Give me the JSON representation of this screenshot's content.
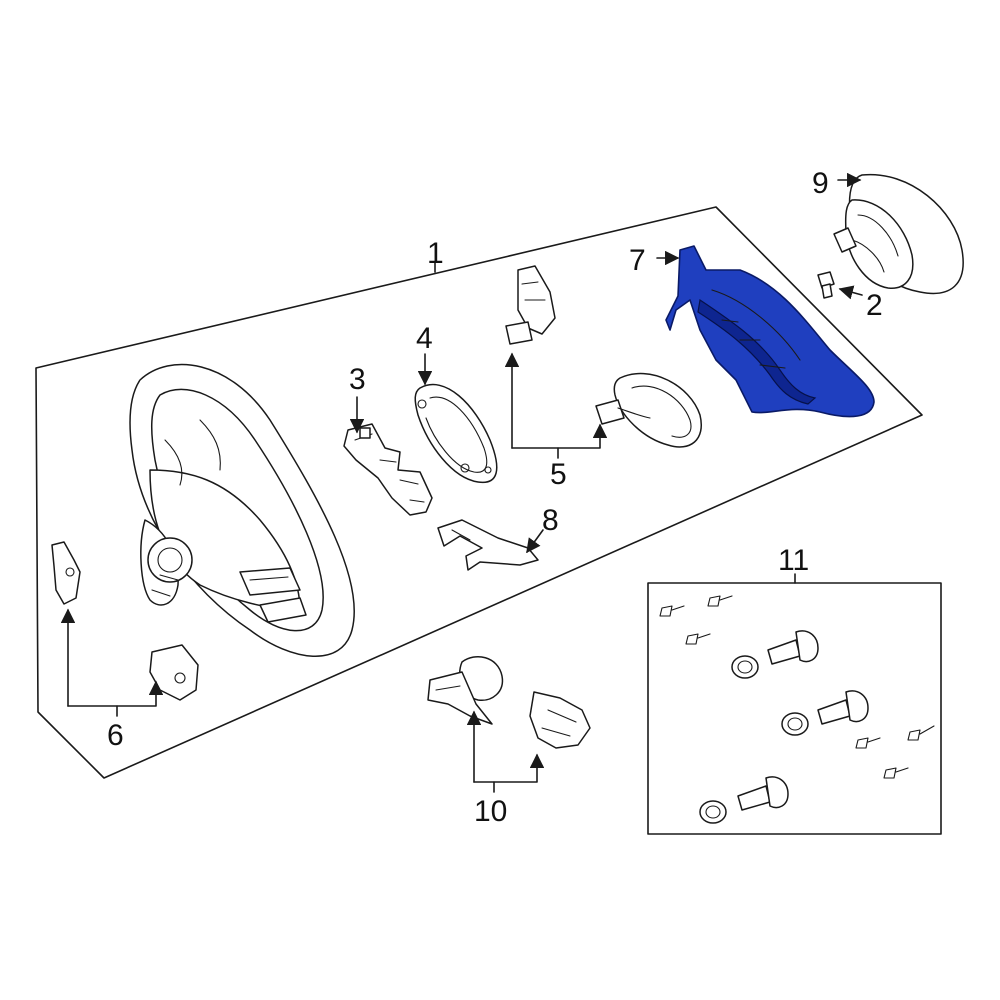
{
  "callouts": {
    "c1": "1",
    "c2": "2",
    "c3": "3",
    "c4": "4",
    "c5": "5",
    "c6": "6",
    "c7": "7",
    "c8": "8",
    "c9": "9",
    "c10": "10",
    "c11": "11"
  },
  "colors": {
    "highlight": "#1f3fbf",
    "line": "#1a1a1a",
    "background": "#ffffff"
  }
}
